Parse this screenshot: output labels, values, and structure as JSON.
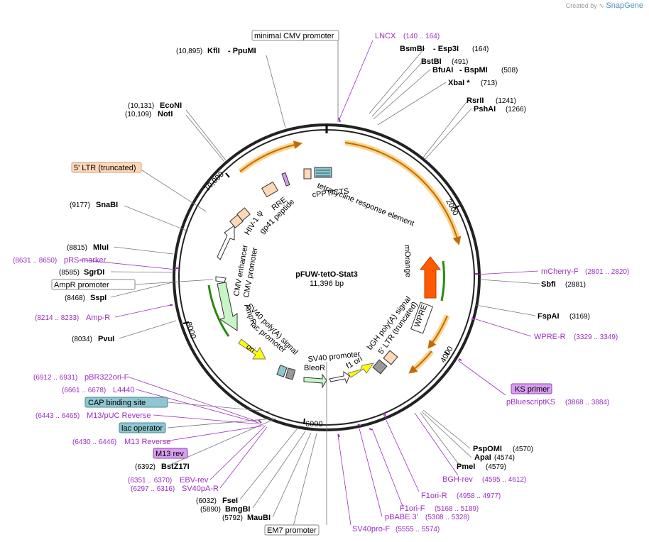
{
  "branding": {
    "created_by": "Created by",
    "app": "SnapGene",
    "logo_icon": "snapgene-logo-icon"
  },
  "plasmid": {
    "name": "pFUW-tetO-Stat3",
    "size": "11,396 bp"
  },
  "ticks": [
    "2000",
    "4000",
    "6000",
    "8000",
    "10,000"
  ],
  "features": {
    "tre": "tetracycline response element",
    "cppt": "cPPT/CTS",
    "rre": "RRE",
    "gp41": "gp41 peptide",
    "hiv": "HIV-1 ψ",
    "cmv_enh": "CMV enhancer",
    "cmv_prom": "CMV promoter",
    "ampr": "AmpR",
    "sv40pa": "SV40 poly(A) signal",
    "lac": "lac promoter",
    "ori": "ori",
    "bleor": "BleoR",
    "sv40prom": "SV40 promoter",
    "f1ori": "f1 ori",
    "bgh": "bGH poly(A) signal",
    "ltr5": "5' LTR (truncated)",
    "wpre": "WPRE",
    "morange": "mOrange"
  },
  "boxes": {
    "min_cmv": "minimal CMV promoter",
    "ltr5_trunc": "5' LTR (truncated)",
    "ampr_prom": "AmpR promoter",
    "ks_primer": "KS primer",
    "cap": "CAP binding site",
    "lac_op": "lac operator",
    "m13rev": "M13 rev",
    "em7": "EM7 promoter"
  },
  "sites": {
    "kfli_pos": "(10,895)",
    "kfli": "KflI",
    "ppumi": "- PpuMI",
    "econi_pos": "(10,131)",
    "econi": "EcoNI",
    "noti_pos": "(10,109)",
    "noti": "NotI",
    "snabi_pos": "(9177)",
    "snabi": "SnaBI",
    "mlui_pos": "(8815)",
    "mlui": "MluI",
    "sgrdi_pos": "(8585)",
    "sgrdi": "SgrDI",
    "sspi_pos": "(8468)",
    "sspi": "SspI",
    "pvui_pos": "(8034)",
    "pvui": "PvuI",
    "bstz_pos": "(6392)",
    "bstz": "BstZ17I",
    "fsei_pos": "(6032)",
    "fsei": "FseI",
    "bmgbi_pos": "(5890)",
    "bmgbi": "BmgBI",
    "maubi_pos": "(5792)",
    "maubi": "MauBI",
    "bsmbi": "BsmBI",
    "esp3i": "- Esp3I",
    "bsmbi_pos": "(164)",
    "bstbi": "BstBI",
    "bstbi_pos": "(491)",
    "bfuai": "BfuAI",
    "bspmi": "- BspMI",
    "bfuai_pos": "(508)",
    "xbai": "XbaI *",
    "xbai_pos": "(713)",
    "rsrii": "RsrII",
    "rsrii_pos": "(1241)",
    "pshai": "PshAI",
    "pshai_pos": "(1266)",
    "sbfi": "SbfI",
    "sbfi_pos": "(2881)",
    "fspai": "FspAI",
    "fspai_pos": "(3169)",
    "pspomi": "PspOMI",
    "pspomi_pos": "(4570)",
    "apai": "ApaI",
    "apai_pos": "(4574)",
    "pmei": "PmeI",
    "pmei_pos": "(4579)"
  },
  "primers": {
    "lncx": "LNCX",
    "lncx_pos": "(140 .. 164)",
    "prs_pos": "(8631 .. 8650)",
    "prs": "pRS-marker",
    "ampr_pos": "(8214 .. 8233)",
    "ampr": "Amp-R",
    "pbr_pos": "(6912 .. 6931)",
    "pbr": "pBR322ori-F",
    "l4440_pos": "(6661 .. 6678)",
    "l4440": "L4440",
    "m13puc_pos": "(6443 .. 6465)",
    "m13puc": "M13/pUC Reverse",
    "m13r_pos": "(6430 .. 6446)",
    "m13r": "M13 Reverse",
    "ebv_pos": "(6351 .. 6370)",
    "ebv": "EBV-rev",
    "sv40pa_pos": "(6297 .. 6316)",
    "sv40pa": "SV40pA-R",
    "mcherry": "mCherry-F",
    "mcherry_pos": "(2801 .. 2820)",
    "wprer": "WPRE-R",
    "wprer_pos": "(3329 .. 3349)",
    "pbks": "pBluescriptKS",
    "pbks_pos": "(3868 .. 3884)",
    "bghrev": "BGH-rev",
    "bghrev_pos": "(4595 .. 4612)",
    "f1orir": "F1ori-R",
    "f1orir_pos": "(4958 .. 4977)",
    "f1orif": "F1ori-F",
    "f1orif_pos": "(5168 .. 5189)",
    "pbabe": "pBABE 3'",
    "pbabe_pos": "(5308 .. 5328)",
    "sv40pro": "SV40pro-F",
    "sv40pro_pos": "(5555 .. 5574)"
  },
  "colors": {
    "backbone": "#222222",
    "orange_feature": "#f7a800",
    "orange_glow": "#fbd38a",
    "morange": "#ff5a00",
    "green": "#44aa22",
    "lightgreen": "#c8f5c8",
    "yellow": "#ffff00",
    "peach": "#ffd8b8",
    "primer": "#9b2fbf",
    "teal": "#8fc6cf",
    "violet": "#d89df0"
  }
}
